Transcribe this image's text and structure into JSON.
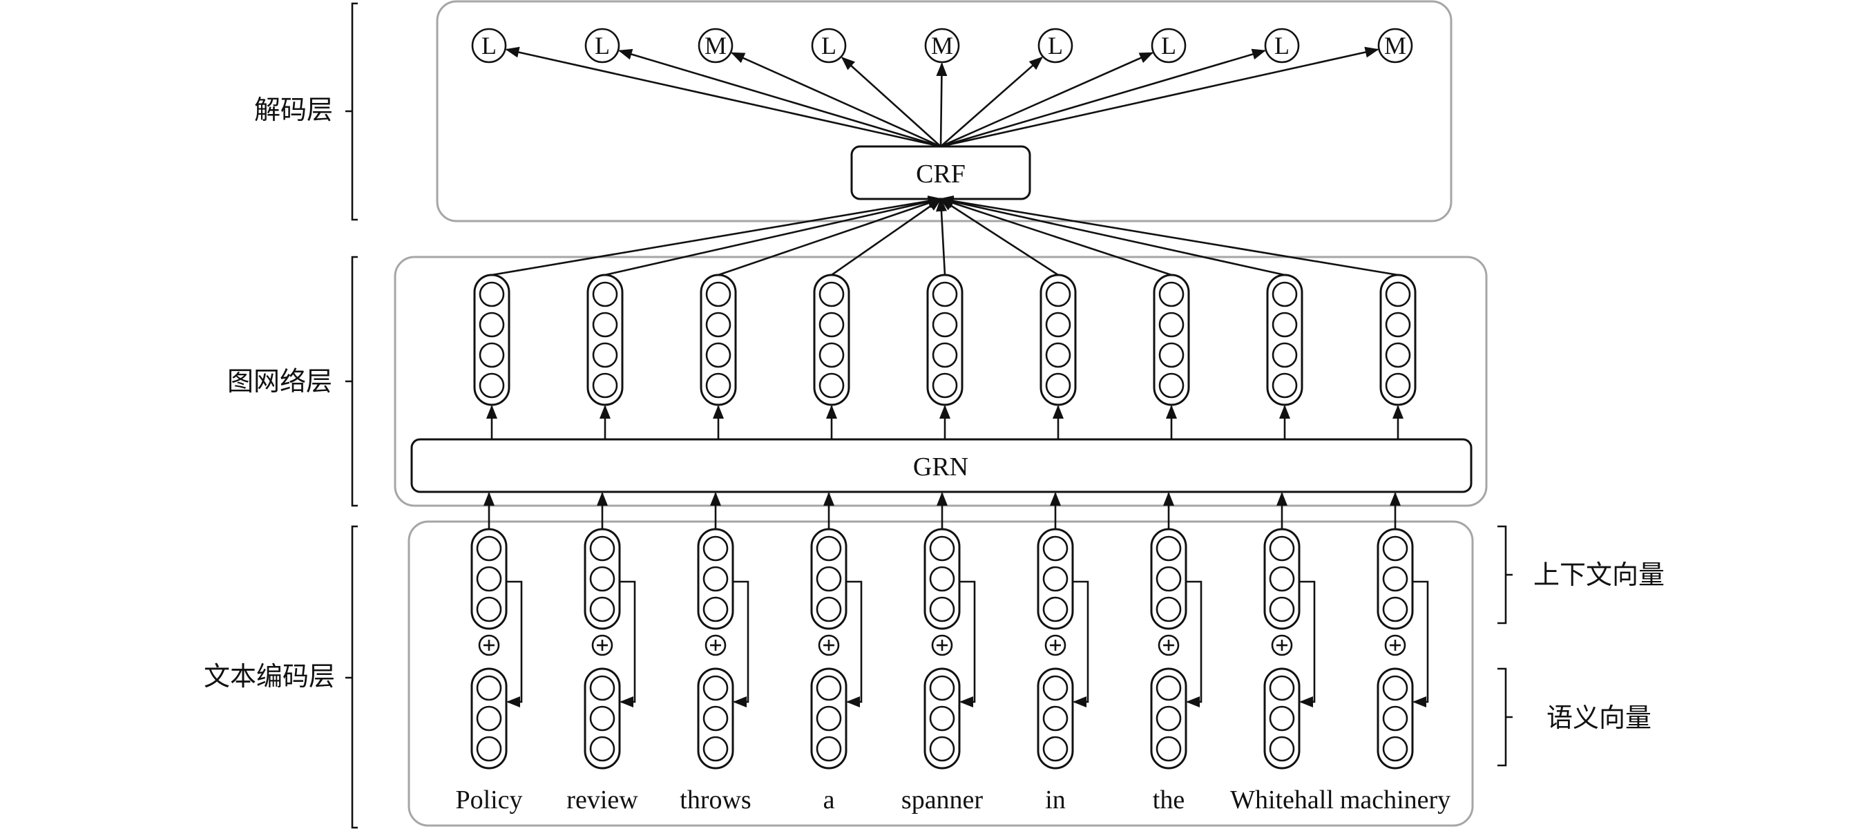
{
  "layers": {
    "decoding": "解码层",
    "graph_network": "图网络层",
    "text_encoding": "文本编码层"
  },
  "vector_labels": {
    "context": "上下文向量",
    "semantic": "语义向量"
  },
  "modules": {
    "crf": "CRF",
    "grn": "GRN"
  },
  "tokens": [
    "Policy",
    "review",
    "throws",
    "a",
    "spanner",
    "in",
    "the",
    "Whitehall",
    "machinery"
  ],
  "output_tags": [
    "L",
    "L",
    "M",
    "L",
    "M",
    "L",
    "L",
    "L",
    "M"
  ],
  "combine_symbol": "⊕"
}
